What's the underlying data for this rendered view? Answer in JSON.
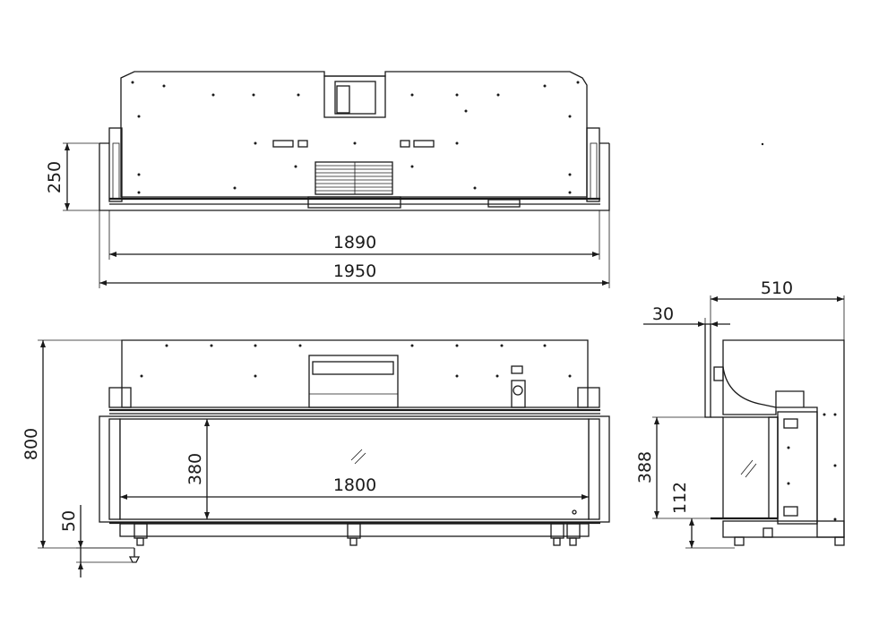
{
  "drawing": {
    "top_view": {
      "dims": {
        "depth": "250",
        "inner_width": "1890",
        "outer_width": "1950"
      }
    },
    "front_view": {
      "dims": {
        "height": "800",
        "glass_height": "380",
        "glass_width": "1800",
        "foot_height": "50"
      }
    },
    "side_view": {
      "dims": {
        "depth": "510",
        "frame_depth": "30",
        "glass_height": "388",
        "base_height": "112"
      }
    }
  }
}
